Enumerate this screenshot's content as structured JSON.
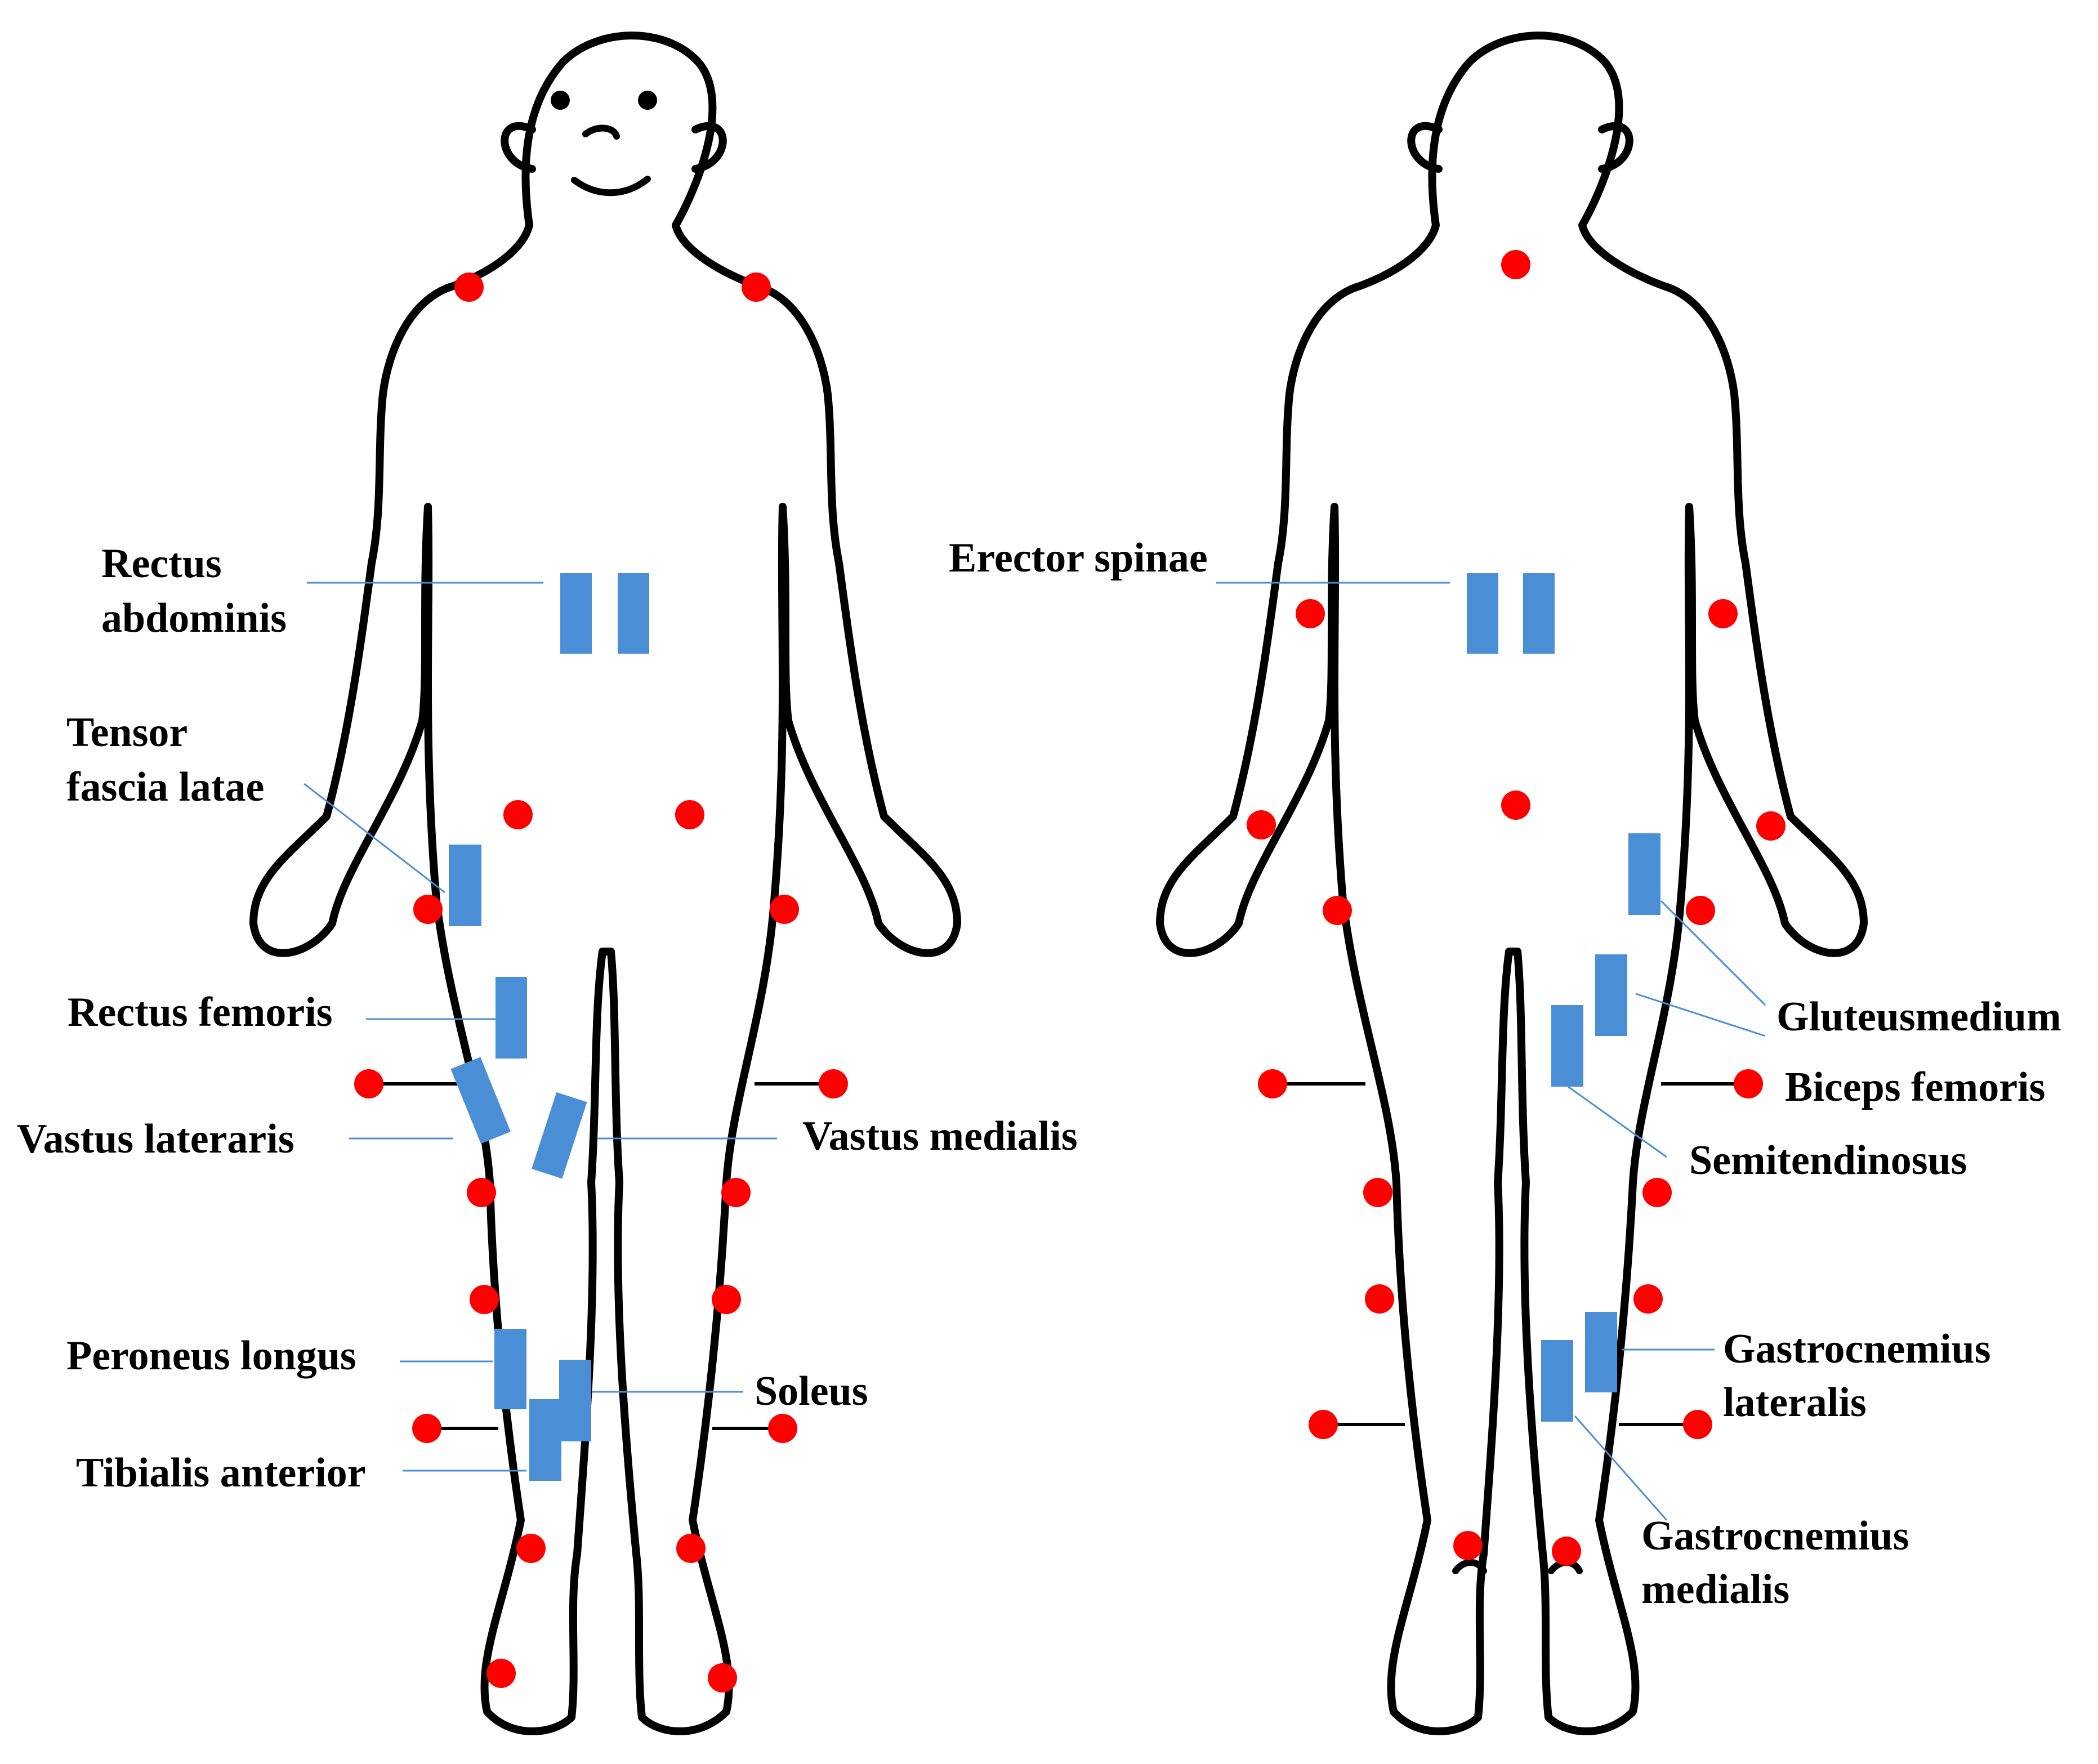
{
  "labels": {
    "rectus_abdominis_1": "Rectus",
    "rectus_abdominis_2": "abdominis",
    "tensor_fascia_1": "Tensor",
    "tensor_fascia_2": "fascia latae",
    "rectus_femoris": "Rectus femoris",
    "vastus_lateraris": "Vastus lateraris",
    "vastus_medialis": "Vastus medialis",
    "peroneus_longus": "Peroneus longus",
    "soleus": "Soleus",
    "tibialis_anterior": "Tibialis anterior",
    "erector_spinae": "Erector spinae",
    "gluteus_medium": "Gluteusmedium",
    "biceps_femoris": "Biceps femoris",
    "semitendinosus": "Semitendinosus",
    "gastrocnemius_lateralis_1": "Gastrocnemius",
    "gastrocnemius_lateralis_2": "lateralis",
    "gastrocnemius_medialis_1": "Gastrocnemius",
    "gastrocnemius_medialis_2": "medialis"
  },
  "colors": {
    "sensor": "#4a8fd6",
    "marker": "#ff0000",
    "outline": "#000000"
  }
}
